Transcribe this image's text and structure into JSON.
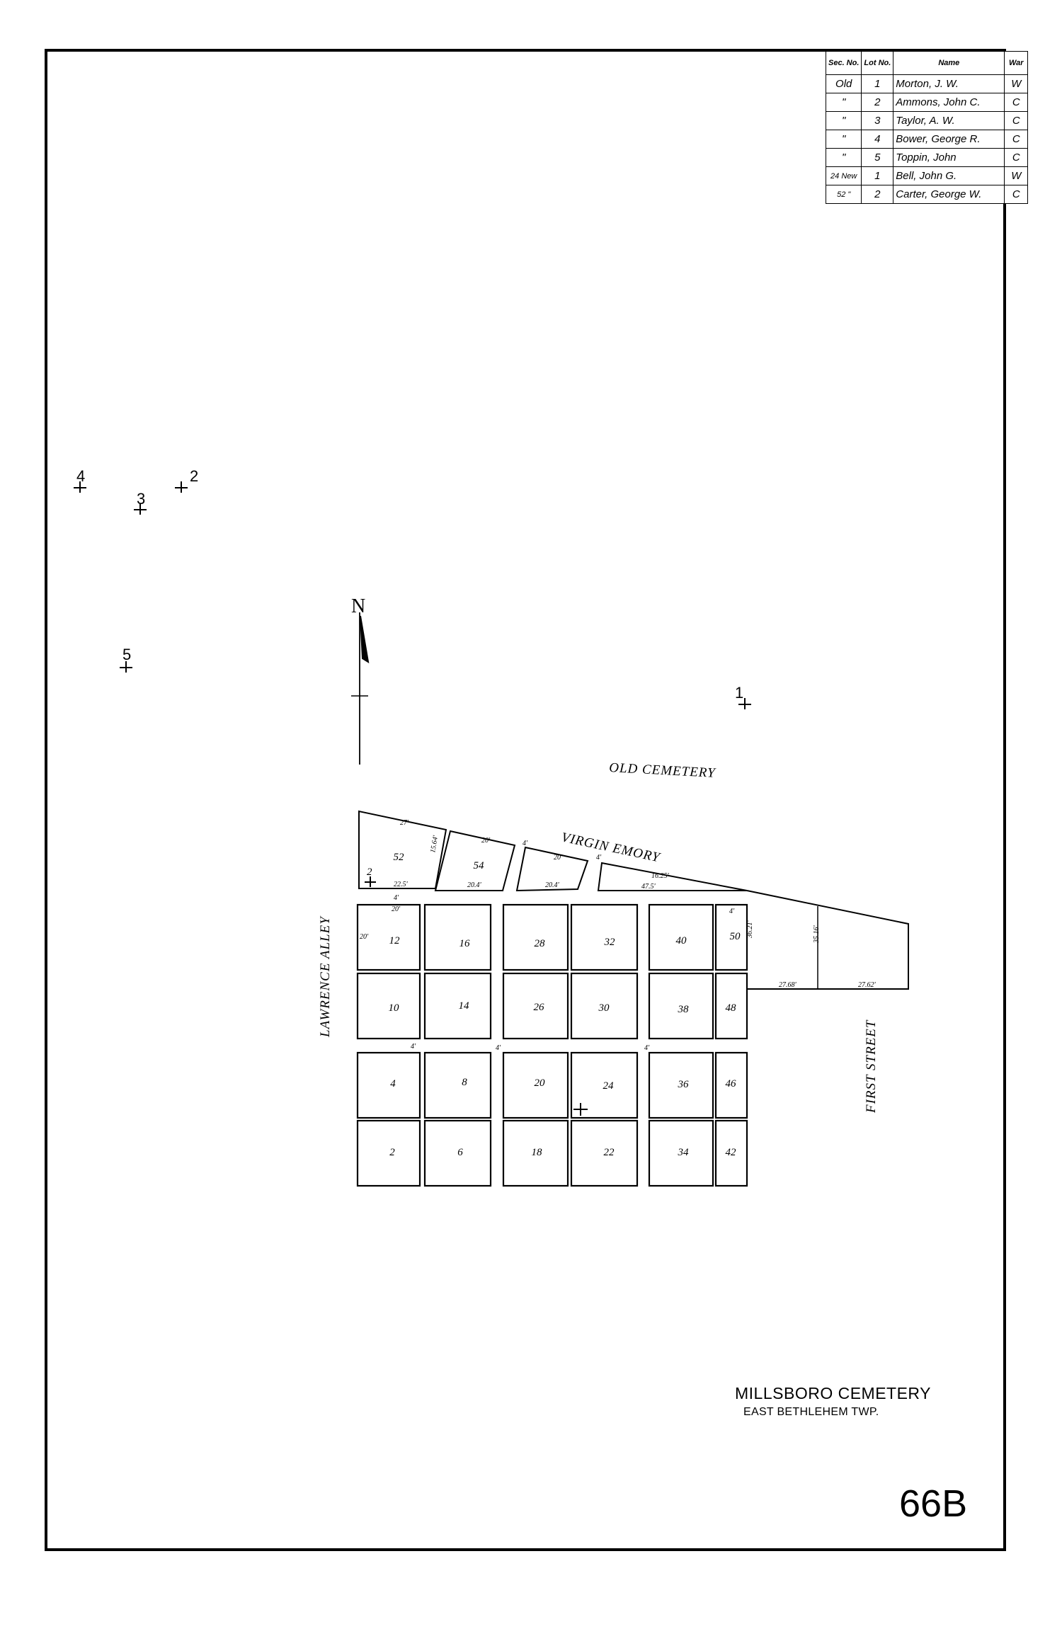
{
  "legend": {
    "headers": {
      "sec": "Sec. No.",
      "lot": "Lot No.",
      "name": "Name",
      "war": "War"
    },
    "rows": [
      {
        "sec": "Old",
        "lot": "1",
        "name": "Morton, J. W.",
        "war": "W"
      },
      {
        "sec": "\"",
        "lot": "2",
        "name": "Ammons, John C.",
        "war": "C"
      },
      {
        "sec": "\"",
        "lot": "3",
        "name": "Taylor, A. W.",
        "war": "C"
      },
      {
        "sec": "\"",
        "lot": "4",
        "name": "Bower, George R.",
        "war": "C"
      },
      {
        "sec": "\"",
        "lot": "5",
        "name": "Toppin, John",
        "war": "C"
      },
      {
        "sec": "24 New",
        "lot": "1",
        "name": "Bell, John G.",
        "war": "W"
      },
      {
        "sec": "52 \"",
        "lot": "2",
        "name": "Carter, George W.",
        "war": "C"
      }
    ]
  },
  "markers": [
    {
      "id": "4",
      "label": "4"
    },
    {
      "id": "2",
      "label": "2"
    },
    {
      "id": "3",
      "label": "3"
    },
    {
      "id": "5",
      "label": "5"
    },
    {
      "id": "1",
      "label": "1"
    }
  ],
  "north_label": "N",
  "labels": {
    "old_cemetery": "OLD CEMETERY",
    "virgin_emory": "VIRGIN EMORY",
    "lawrence_alley": "LAWRENCE ALLEY",
    "first_street": "FIRST STREET"
  },
  "lots": [
    "52",
    "54",
    "12",
    "16",
    "28",
    "32",
    "40",
    "50",
    "10",
    "14",
    "26",
    "30",
    "38",
    "48",
    "4",
    "8",
    "20",
    "24",
    "36",
    "46",
    "2",
    "6",
    "18",
    "22",
    "34",
    "42"
  ],
  "lot_marker_2": "2",
  "dimensions": [
    "27'",
    "20'",
    "4'",
    "20'",
    "4'",
    "16.25'",
    "22.5'",
    "20.4'",
    "20.4'",
    "47.5'",
    "4'",
    "20'",
    "20'",
    "4'",
    "4'",
    "4'",
    "4'",
    "27.68'",
    "27.62'",
    "36.21'",
    "35.16'",
    "15.64'"
  ],
  "title": "MILLSBORO CEMETERY",
  "subtitle": "EAST BETHLEHEM TWP.",
  "sheet_number": "66B"
}
